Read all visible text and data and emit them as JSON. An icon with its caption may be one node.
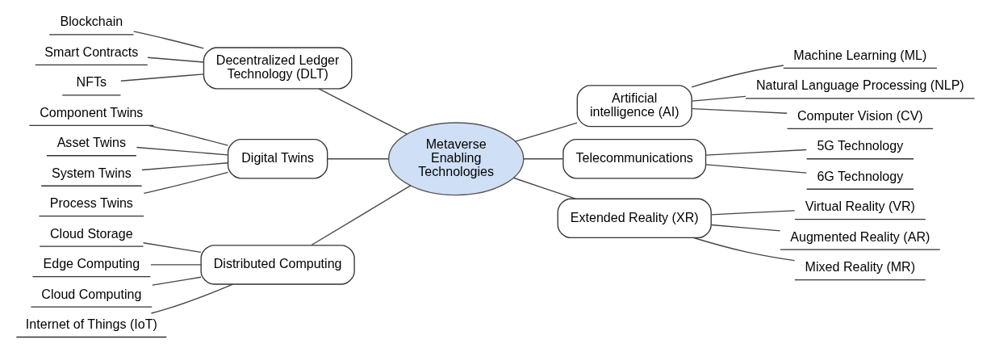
{
  "diagram": {
    "nodes": [
      {
        "text": [
          "Metaverse Enabling Technologies"
        ]
      },
      {
        "text": [
          "Decentralized Ledger Technology (DLT)"
        ]
      },
      {
        "text": [
          "Blockchain"
        ]
      },
      {
        "text": [
          "Smart Contracts"
        ]
      },
      {
        "text": [
          "NFTs"
        ]
      },
      {
        "text": [
          "Digital Twins"
        ]
      },
      {
        "text": [
          "Component Twins"
        ]
      },
      {
        "text": [
          "Asset Twins"
        ]
      },
      {
        "text": [
          "System Twins"
        ]
      },
      {
        "text": [
          "Process Twins"
        ]
      },
      {
        "text": [
          "Distributed Computing"
        ]
      },
      {
        "text": [
          "Cloud Storage"
        ]
      },
      {
        "text": [
          "Edge Computing"
        ]
      },
      {
        "text": [
          "Cloud Computing"
        ]
      },
      {
        "text": [
          "Internet of Things (IoT)"
        ]
      },
      {
        "text": [
          "Artificial intelligence (AI)"
        ]
      },
      {
        "text": [
          "Machine Learning (ML)"
        ]
      },
      {
        "text": [
          "Natural Language Processing (NLP)"
        ]
      },
      {
        "text": [
          "Computer Vision (CV)"
        ]
      },
      {
        "text": [
          "Telecommunications"
        ]
      },
      {
        "text": [
          "5G Technology"
        ]
      },
      {
        "text": [
          "6G Technology"
        ]
      },
      {
        "text": [
          "Extended Reality (XR)"
        ]
      },
      {
        "text": [
          "Virtual Reality (VR)"
        ]
      },
      {
        "text": [
          "Augmented Reality (AR)"
        ]
      },
      {
        "text": [
          "Mixed Reality (MR)"
        ]
      }
    ],
    "edges": [
      {
        "from": 0,
        "to": 1,
        "arrow": "none"
      },
      {
        "from": 1,
        "to": 2,
        "arrow": "none"
      },
      {
        "from": 1,
        "to": 3,
        "arrow": "none"
      },
      {
        "from": 1,
        "to": 4,
        "arrow": "none"
      },
      {
        "from": 0,
        "to": 5,
        "arrow": "none"
      },
      {
        "from": 5,
        "to": 6,
        "arrow": "none"
      },
      {
        "from": 5,
        "to": 7,
        "arrow": "none"
      },
      {
        "from": 5,
        "to": 8,
        "arrow": "none"
      },
      {
        "from": 5,
        "to": 9,
        "arrow": "none"
      },
      {
        "from": 0,
        "to": 10,
        "arrow": "none"
      },
      {
        "from": 10,
        "to": 11,
        "arrow": "none"
      },
      {
        "from": 10,
        "to": 12,
        "arrow": "none"
      },
      {
        "from": 10,
        "to": 13,
        "arrow": "none"
      },
      {
        "from": 10,
        "to": 14,
        "arrow": "none"
      },
      {
        "from": 0,
        "to": 15,
        "arrow": "none"
      },
      {
        "from": 15,
        "to": 16,
        "arrow": "none"
      },
      {
        "from": 15,
        "to": 17,
        "arrow": "none"
      },
      {
        "from": 15,
        "to": 18,
        "arrow": "none"
      },
      {
        "from": 0,
        "to": 19,
        "arrow": "none"
      },
      {
        "from": 19,
        "to": 20,
        "arrow": "none"
      },
      {
        "from": 19,
        "to": 21,
        "arrow": "none"
      },
      {
        "from": 0,
        "to": 22,
        "arrow": "none"
      },
      {
        "from": 22,
        "to": 23,
        "arrow": "none"
      },
      {
        "from": 22,
        "to": 24,
        "arrow": "none"
      },
      {
        "from": 22,
        "to": 25,
        "arrow": "none"
      }
    ]
  }
}
